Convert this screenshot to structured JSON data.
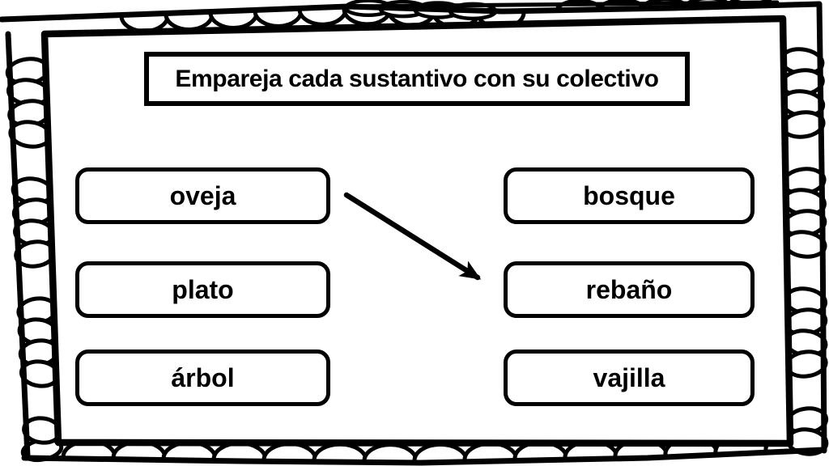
{
  "worksheet": {
    "title": "Empareja cada sustantivo con su colectivo",
    "left_items": [
      {
        "label": "oveja"
      },
      {
        "label": "plato"
      },
      {
        "label": "árbol"
      }
    ],
    "right_items": [
      {
        "label": "bosque"
      },
      {
        "label": "rebaño"
      },
      {
        "label": "vajilla"
      }
    ],
    "connections": [
      {
        "from": "oveja",
        "to": "rebaño"
      }
    ],
    "colors": {
      "ink": "#000000",
      "paper": "#ffffff"
    }
  }
}
